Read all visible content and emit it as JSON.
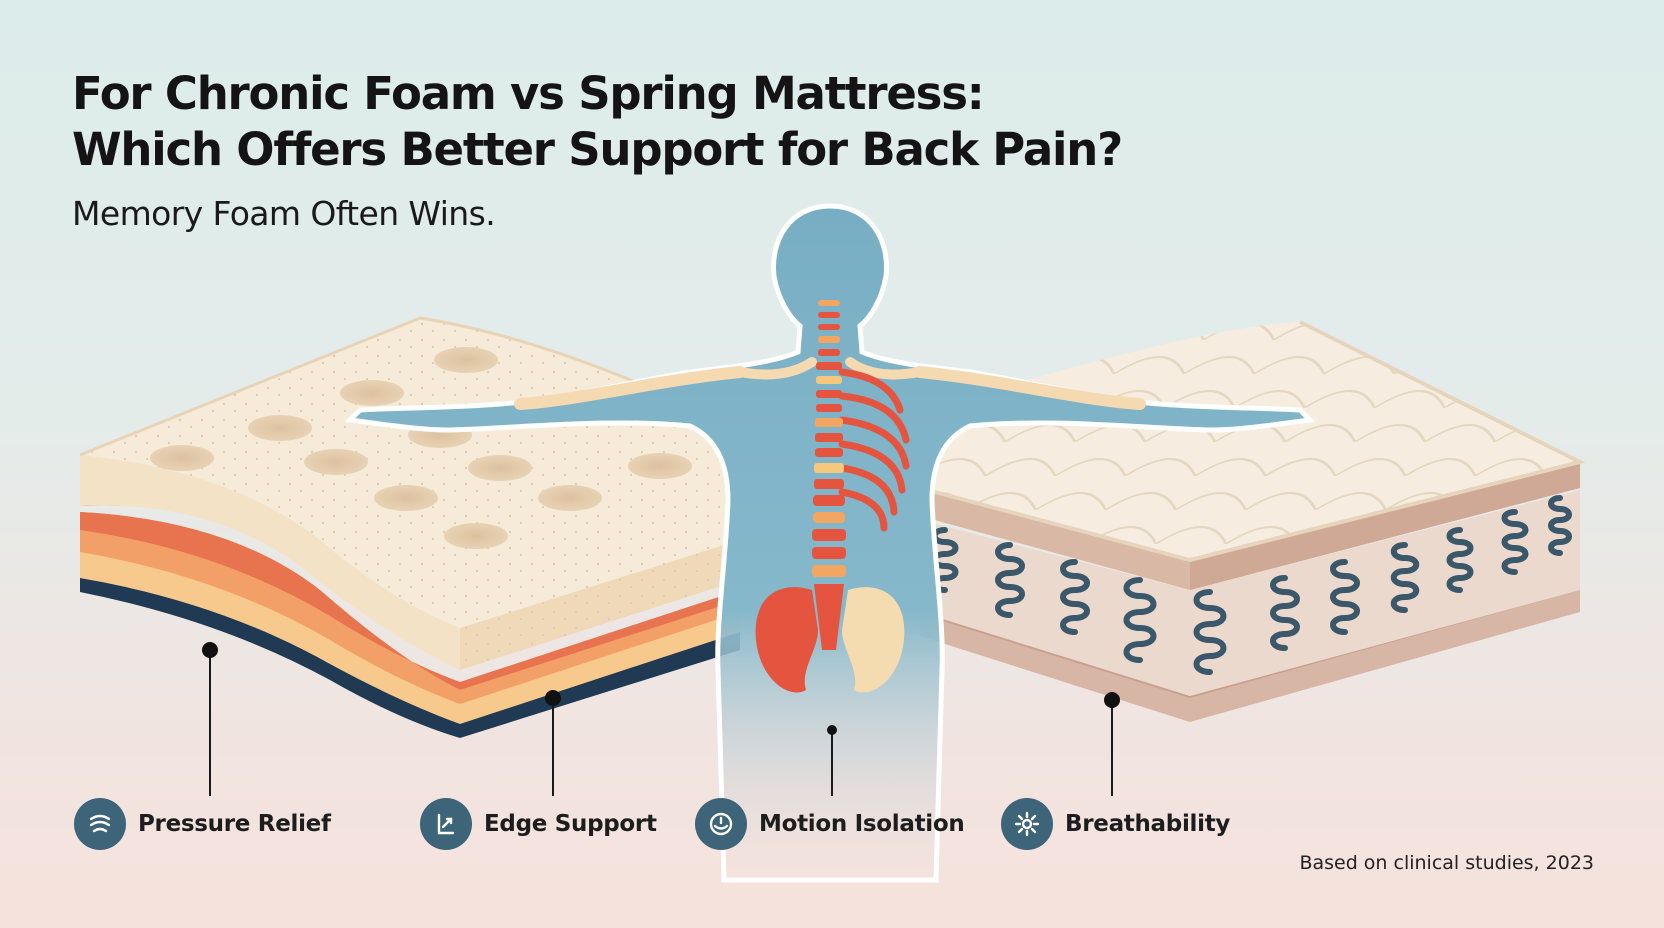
{
  "title_line1": "For Chronic Foam vs Spring Mattress:",
  "title_line2": "Which Offers Better Support for Back Pain?",
  "subtitle": "Memory Foam Often Wins.",
  "features": [
    {
      "label": "Pressure Relief",
      "icon": "pressure-relief-icon"
    },
    {
      "label": "Edge Support",
      "icon": "edge-support-icon"
    },
    {
      "label": "Motion Isolation",
      "icon": "motion-isolation-icon"
    },
    {
      "label": "Breathability",
      "icon": "breathability-icon"
    }
  ],
  "footnote": "Based on clinical studies, 2023",
  "colors": {
    "icon_circle": "#3d6479",
    "body": "#7fb3c8",
    "spine": "#e5543f",
    "foam_top": "#f6ead8",
    "spring_coil": "#3a586a"
  }
}
